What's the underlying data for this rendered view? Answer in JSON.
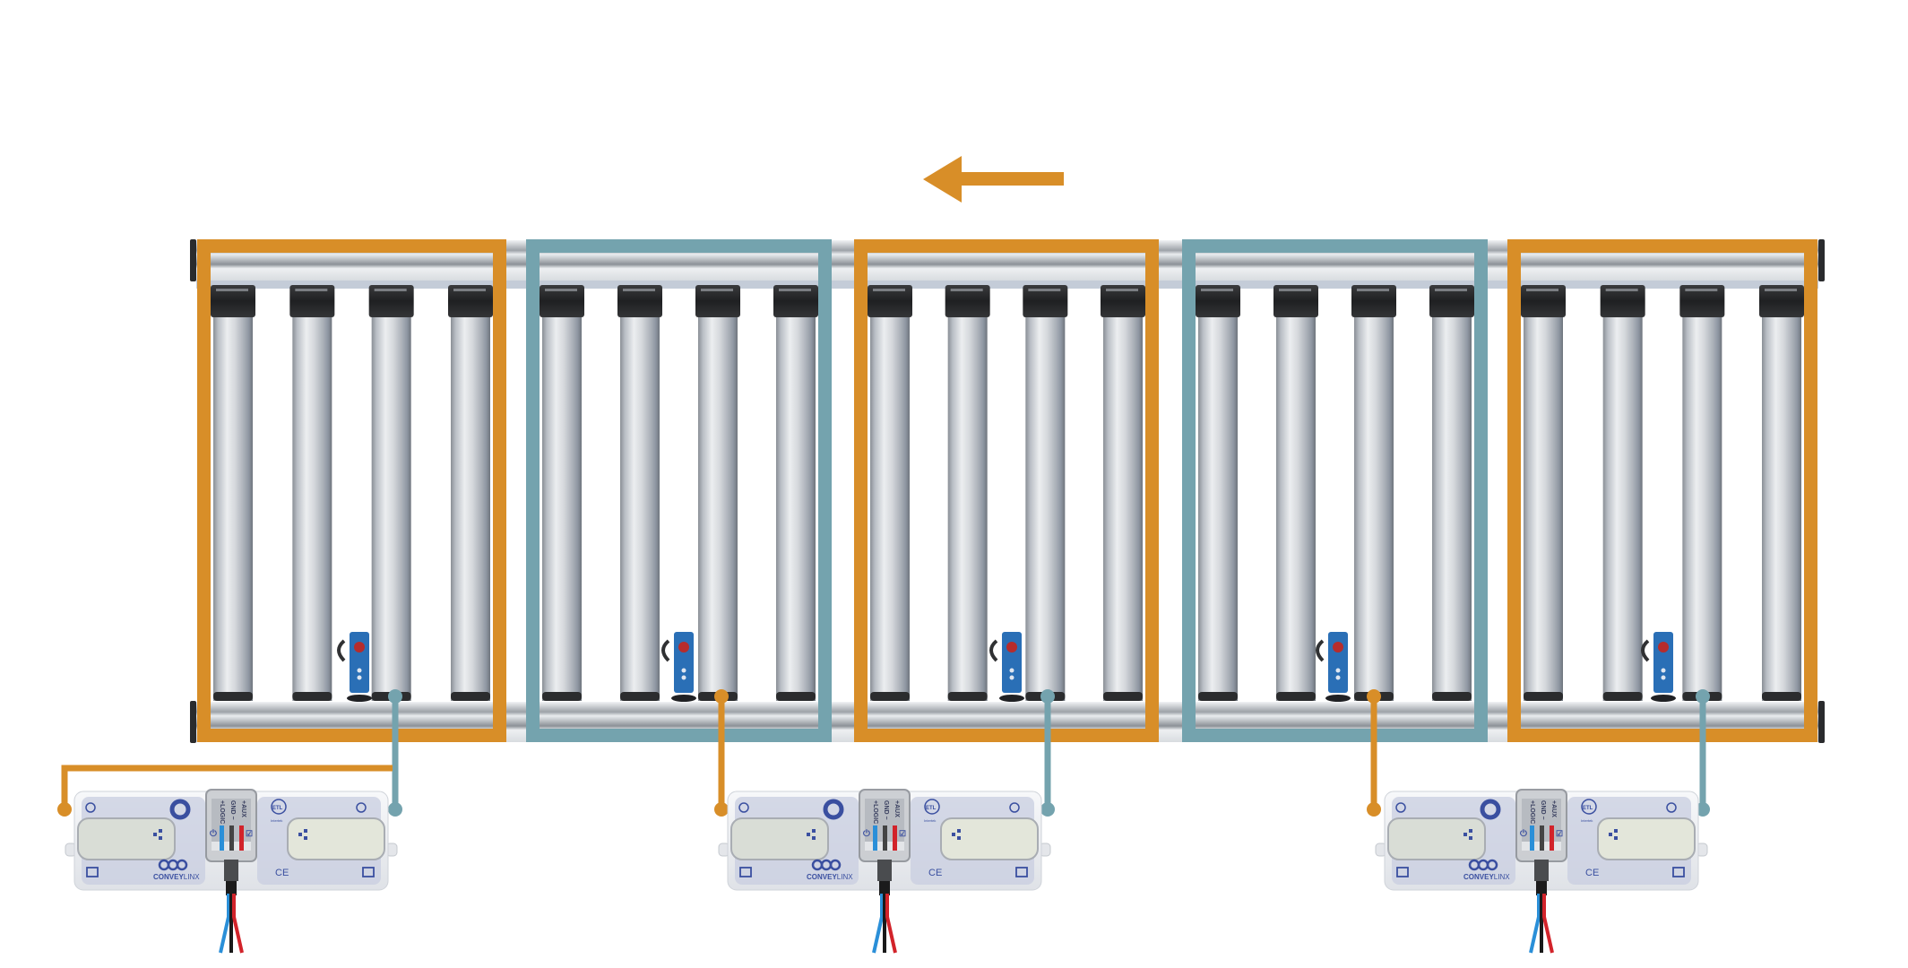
{
  "diagram": {
    "title_hidden": "ConveyLinx zone conveyor layout",
    "flow_direction": "left",
    "colors": {
      "zone_a": "#d88e28",
      "zone_b": "#74a3ae",
      "roller_steel": "#c9ccd0",
      "roller_cap": "#2e2f31",
      "frame_rail": "#e6e9ec",
      "sensor_body": "#2a6fb6",
      "sensor_lens": "#b62c2c",
      "controller_body": "#eef0f3",
      "controller_panel": "#c8cde0",
      "brand_blue": "#3a4fa0",
      "wire_blue": "#2a8fd8",
      "wire_red": "#d2232a",
      "wire_black": "#1a1a1a"
    },
    "zones": [
      {
        "id": "zone-1",
        "color_key": "zone_a",
        "rollers": 4,
        "has_sensor": true
      },
      {
        "id": "zone-2",
        "color_key": "zone_b",
        "rollers": 4,
        "has_sensor": true
      },
      {
        "id": "zone-3",
        "color_key": "zone_a",
        "rollers": 4,
        "has_sensor": true
      },
      {
        "id": "zone-4",
        "color_key": "zone_b",
        "rollers": 4,
        "has_sensor": true
      },
      {
        "id": "zone-5",
        "color_key": "zone_a",
        "rollers": 4,
        "has_sensor": true
      }
    ],
    "controllers": [
      {
        "id": "controller-1",
        "brand": "CONVEY",
        "brand_suffix": "LINX",
        "left_zone": "zone-1",
        "right_zone": "zone-1-sensor-teal"
      },
      {
        "id": "controller-2",
        "brand": "CONVEY",
        "brand_suffix": "LINX",
        "left_zone": "zone-2",
        "right_zone": "zone-3"
      },
      {
        "id": "controller-3",
        "brand": "CONVEY",
        "brand_suffix": "LINX",
        "left_zone": "zone-4",
        "right_zone": "zone-5"
      }
    ],
    "junction_labels": {
      "logic": "+LOGIC",
      "gnd": "GND −",
      "aux": "+AUX"
    },
    "marks": {
      "ce": "CE",
      "etl": "ETL",
      "etl_sub": "Intertek"
    }
  }
}
